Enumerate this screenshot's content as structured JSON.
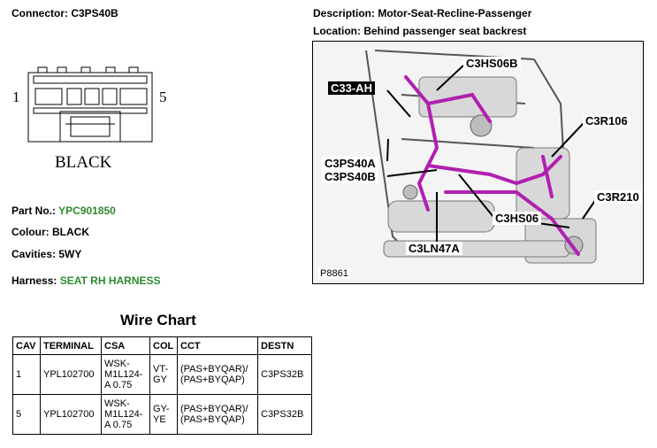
{
  "header": {
    "connector_label": "Connector: C3PS40B",
    "description_label": "Description: Motor-Seat-Recline-Passenger",
    "location_label": "Location: Behind passenger seat backrest"
  },
  "connector_diagram": {
    "pin_left": "1",
    "pin_right": "5",
    "color_text": "BLACK"
  },
  "details": {
    "part_no_label": "Part No.:",
    "part_no_value": "YPC901850",
    "colour_label": "Colour:",
    "colour_value": "BLACK",
    "cavities_label": "Cavities:",
    "cavities_value": "5WY",
    "harness_label": "Harness:",
    "harness_value": "SEAT RH HARNESS"
  },
  "wire_chart": {
    "title": "Wire Chart",
    "headers": [
      "CAV",
      "TERMINAL",
      "CSA",
      "COL",
      "CCT",
      "DESTN"
    ],
    "rows": [
      {
        "cav": "1",
        "terminal": "YPL102700",
        "csa": [
          "WSK-",
          "M1L124-",
          "A 0.75"
        ],
        "col": [
          "VT-",
          "GY"
        ],
        "cct": [
          "(PAS+BYQAR)/",
          "(PAS+BYQAP)"
        ],
        "destn": "C3PS32B"
      },
      {
        "cav": "5",
        "terminal": "YPL102700",
        "csa": [
          "WSK-",
          "M1L124-",
          "A 0.75"
        ],
        "col": [
          "GY-",
          "YE"
        ],
        "cct": [
          "(PAS+BYQAR)/",
          "(PAS+BYQAP)"
        ],
        "destn": "C3PS32B"
      }
    ]
  },
  "photo": {
    "code": "P8861",
    "callouts": [
      "C3HS06B",
      "C33-AH",
      "C3R106",
      "C3PS40A",
      "C3PS40B",
      "C3R210",
      "C3HS06",
      "C3LN47A"
    ]
  },
  "colors": {
    "green_value": "#2e8b2e",
    "harness_wire": "#b020b0"
  }
}
